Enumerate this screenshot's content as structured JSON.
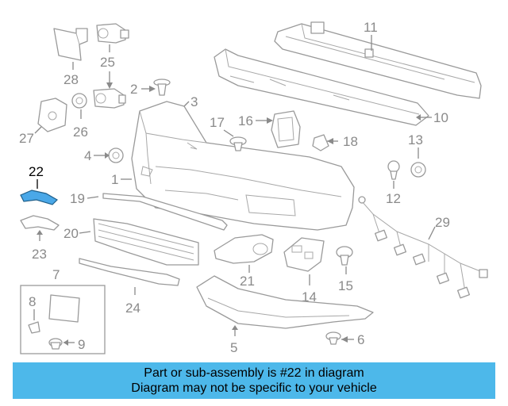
{
  "diagram": {
    "callouts": {
      "c1": "1",
      "c2": "2",
      "c3": "3",
      "c4": "4",
      "c5": "5",
      "c6": "6",
      "c7": "7",
      "c8": "8",
      "c9": "9",
      "c10": "10",
      "c11": "11",
      "c12": "12",
      "c13": "13",
      "c14": "14",
      "c15": "15",
      "c16": "16",
      "c17": "17",
      "c18": "18",
      "c19": "19",
      "c20": "20",
      "c21": "21",
      "c22": "22",
      "c23": "23",
      "c24": "24",
      "c25": "25",
      "c26": "26",
      "c27": "27",
      "c28": "28",
      "c29": "29"
    },
    "highlighted_part": "22",
    "highlight_color": "#4aa8e8",
    "callout_color": "#8a8a8a"
  },
  "caption": {
    "line1": "Part or sub-assembly is #22 in diagram",
    "line2": "Diagram may not be specific to your vehicle",
    "background": "#4db8ea"
  }
}
